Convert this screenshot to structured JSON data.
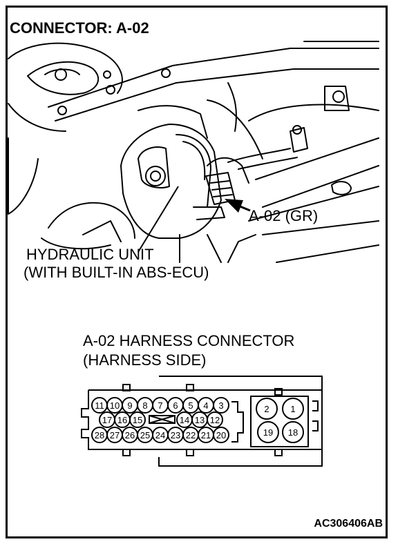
{
  "header": {
    "title": "CONNECTOR: A-02"
  },
  "photo": {
    "hydraulic_unit_label_line1": "HYDRAULIC UNIT",
    "hydraulic_unit_label_line2": "(WITH BUILT-IN ABS-ECU)",
    "connector_callout": "A-02 (GR)"
  },
  "harness": {
    "title_line1": "A-02 HARNESS CONNECTOR",
    "title_line2": "(HARNESS SIDE)",
    "small_pins_row1": [
      "11",
      "10",
      "9",
      "8",
      "7",
      "6",
      "5",
      "4",
      "3"
    ],
    "small_pins_row2_left": [
      "17",
      "16",
      "15"
    ],
    "small_pins_row2_right": [
      "14",
      "13",
      "12"
    ],
    "small_pins_row3": [
      "28",
      "27",
      "26",
      "25",
      "24",
      "23",
      "22",
      "21",
      "20"
    ],
    "large_pins": [
      "2",
      "1",
      "19",
      "18"
    ]
  },
  "footer": {
    "code": "AC306406AB"
  }
}
